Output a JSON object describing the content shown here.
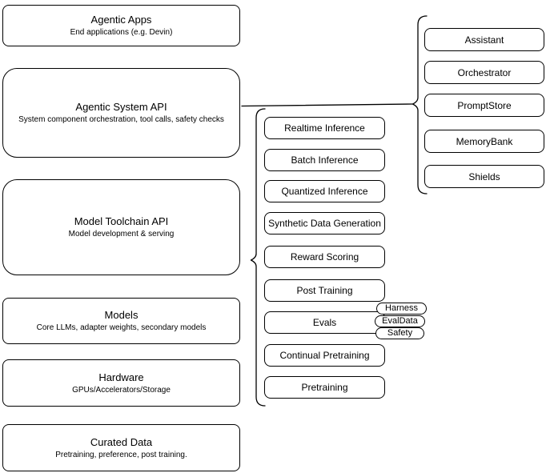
{
  "stack": [
    {
      "title": "Agentic Apps",
      "subtitle": "End applications (e.g. Devin)"
    },
    {
      "title": "Agentic System API",
      "subtitle": "System component orchestration, tool calls, safety checks"
    },
    {
      "title": "Model Toolchain API",
      "subtitle": "Model development & serving"
    },
    {
      "title": "Models",
      "subtitle": "Core LLMs, adapter weights, secondary models"
    },
    {
      "title": "Hardware",
      "subtitle": "GPUs/Accelerators/Storage"
    },
    {
      "title": "Curated Data",
      "subtitle": "Pretraining, preference, post training."
    }
  ],
  "toolchain_items": [
    "Realtime Inference",
    "Batch Inference",
    "Quantized Inference",
    "Synthetic Data Generation",
    "Reward Scoring",
    "Post Training",
    "Evals",
    "Continual Pretraining",
    "Pretraining"
  ],
  "eval_badges": [
    "Harness",
    "EvalData",
    "Safety"
  ],
  "system_components": [
    "Assistant",
    "Orchestrator",
    "PromptStore",
    "MemoryBank",
    "Shields"
  ],
  "colors": {
    "stroke": "#000000",
    "fill": "#ffffff",
    "text": "#000000"
  }
}
